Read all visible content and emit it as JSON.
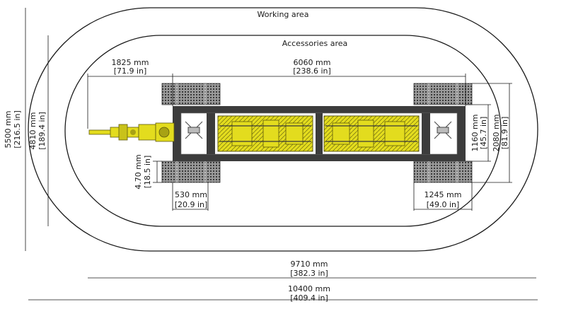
{
  "areas": {
    "working": "Working area",
    "accessories": "Accessories area"
  },
  "dimensions": {
    "d1825": {
      "mm": "1825 mm",
      "in": "[71.9 in]"
    },
    "d6060": {
      "mm": "6060 mm",
      "in": "[238.6 in]"
    },
    "d5500": {
      "mm": "5500 mm",
      "in": "[216.5 in]"
    },
    "d4810": {
      "mm": "4810 mm",
      "in": "[189.4 in]"
    },
    "d1160": {
      "mm": "1160 mm",
      "in": "[45.7 in]"
    },
    "d2080": {
      "mm": "2080 mm",
      "in": "[81.9 in]"
    },
    "d470": {
      "mm": "4.70 mm",
      "in": "[18.5 in]"
    },
    "d530": {
      "mm": "530 mm",
      "in": "[20.9 in]"
    },
    "d1245": {
      "mm": "1245 mm",
      "in": "[49.0 in]"
    },
    "d9710": {
      "mm": "9710 mm",
      "in": "[382.3 in]"
    },
    "d10400": {
      "mm": "10400 mm",
      "in": "[409.4 in]"
    }
  },
  "colors": {
    "frame": "#3c3c3c",
    "machine": "#e3dc1e",
    "machine_dark": "#a8a214",
    "pad": "#777777",
    "line": "#1a1a1a"
  }
}
